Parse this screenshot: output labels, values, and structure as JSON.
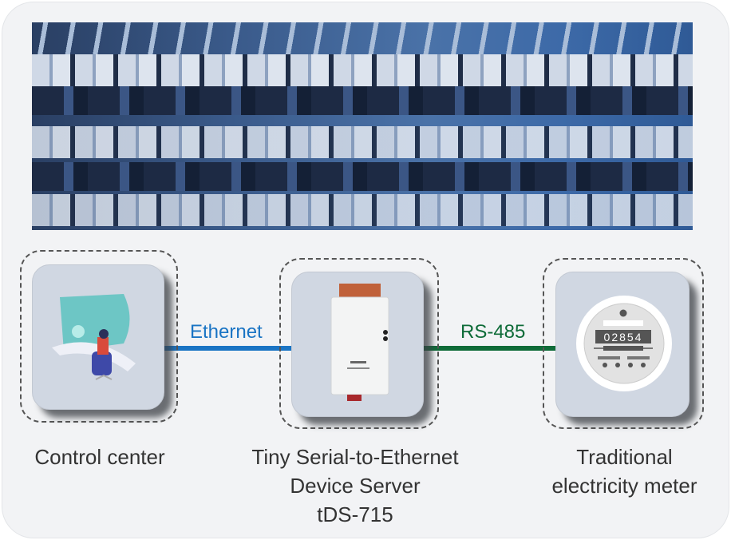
{
  "links": {
    "ethernet": "Ethernet",
    "rs485": "RS-485"
  },
  "nodes": {
    "control_center": "Control center",
    "device_server": [
      "Tiny Serial-to-Ethernet",
      "Device Server",
      "tDS-715"
    ],
    "meter": [
      "Traditional",
      "electricity meter"
    ],
    "meter_reading": "02854"
  },
  "colors": {
    "ethernet": "#1a74c4",
    "rs485": "#0e6b38"
  }
}
